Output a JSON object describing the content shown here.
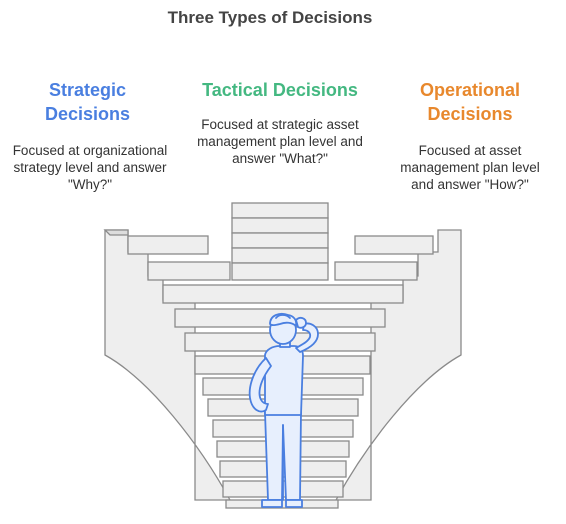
{
  "title": "Three Types of Decisions",
  "colors": {
    "strategic": "#4a7fe0",
    "tactical": "#44b881",
    "operational": "#e8882d",
    "stair_fill": "#eeeeee",
    "stair_stroke": "#8a8a8a",
    "figure_fill": "#e7effd",
    "figure_stroke": "#4a7fe0"
  },
  "decisions": [
    {
      "heading": "Strategic Decisions",
      "description": "Focused at organizational strategy level and answer \"Why?\""
    },
    {
      "heading": "Tactical Decisions",
      "description": "Focused at strategic asset management plan level and answer \"What?\""
    },
    {
      "heading": "Operational Decisions",
      "description": "Focused at asset management plan level and answer \"How?\""
    }
  ],
  "icons": [
    "staircase-icon",
    "thinking-person-icon"
  ]
}
